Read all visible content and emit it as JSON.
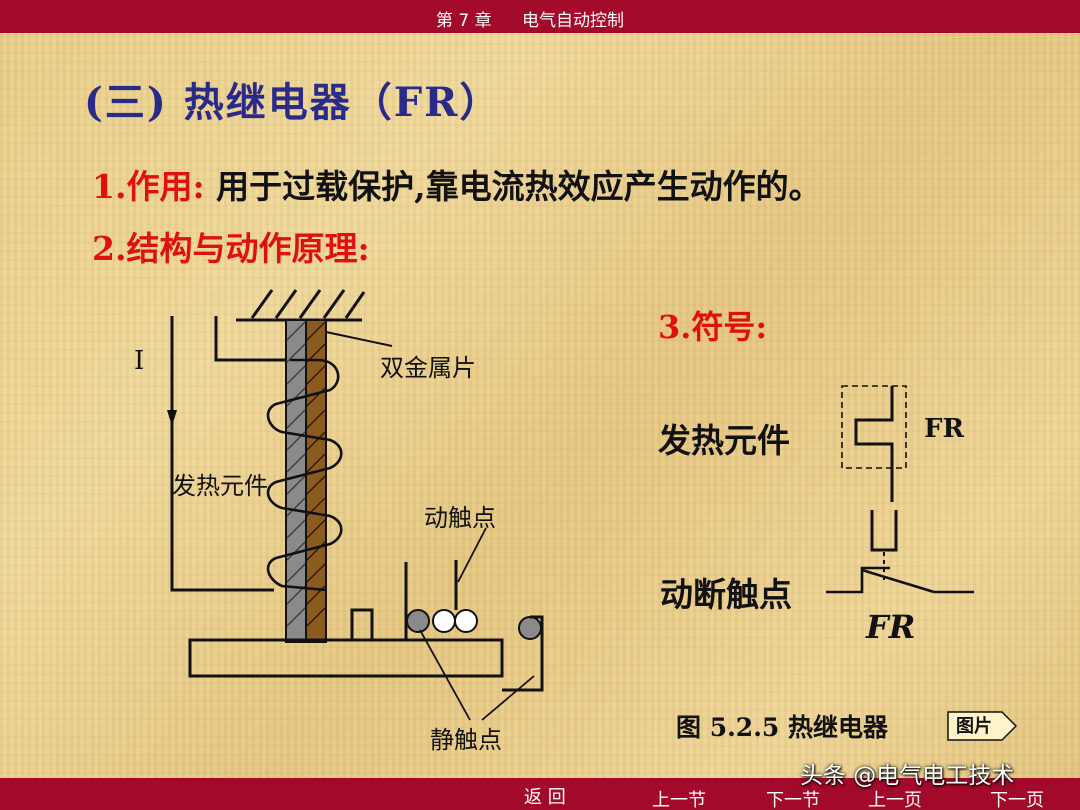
{
  "header": {
    "chapter": "第 7 章",
    "subject": "电气自动控制"
  },
  "title": "(三) 热继电器（FR）",
  "points": [
    {
      "label": "1.作用:",
      "text": " 用于过载保护,靠电流热效应产生动作的。"
    },
    {
      "label": "2.结构与动作原理:"
    }
  ],
  "diagram": {
    "current_symbol": "I",
    "bimetal_label": "双金属片",
    "heater_label": "发热元件",
    "moving_contact_label": "动触点",
    "static_contact_label": "静触点"
  },
  "symbol_section": {
    "title": "3.符号:",
    "heater_label": "发热元件",
    "heater_fr": "FR",
    "contact_label": "动断触点",
    "contact_fr": "FR"
  },
  "caption": "图 5.2.5   热继电器",
  "picture_button": "图片",
  "nav": {
    "back": "返   回",
    "prev_section": "上一节",
    "next_section": "下一节",
    "prev_page": "上一页",
    "next_page": "下一页"
  },
  "watermark": "头条 @电气电工技术",
  "colors": {
    "bar": "#a3092a",
    "accent_red": "#e0100f",
    "title_blue": "#2a2a8a",
    "brass": "#8b5a1e",
    "steel": "#8a8a8a"
  }
}
